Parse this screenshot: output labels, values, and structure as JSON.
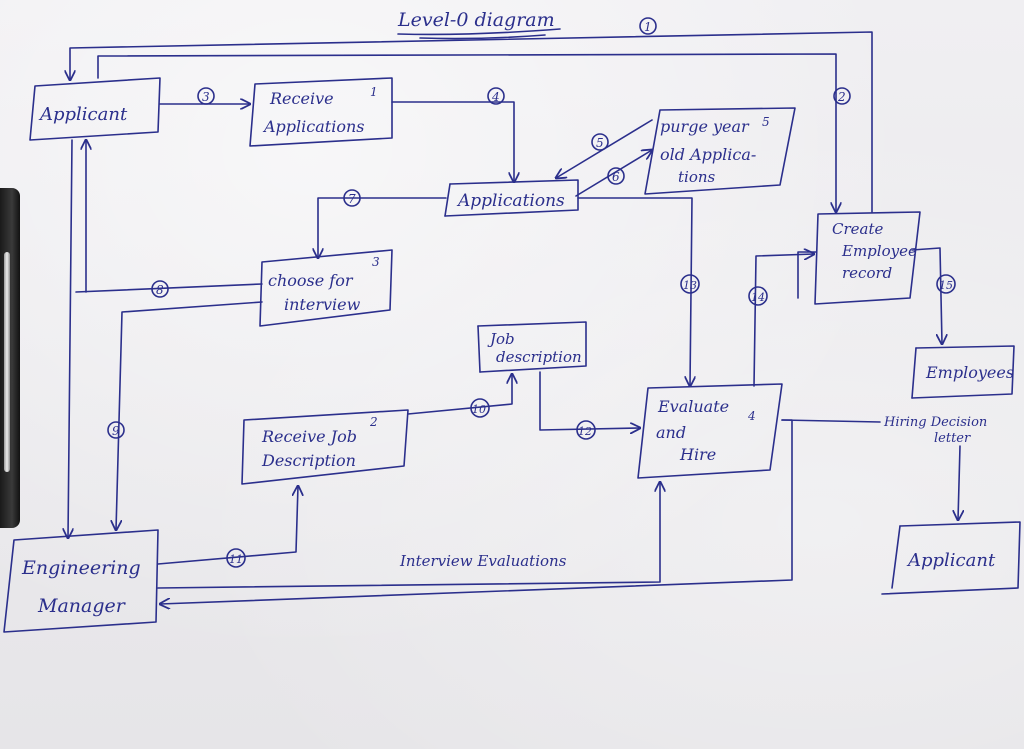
{
  "title": "Level-0 diagram",
  "nodes": {
    "applicant_top": {
      "label": "Applicant"
    },
    "receive_applications": {
      "line1": "Receive",
      "line2": "Applications",
      "number": "1"
    },
    "purge_old": {
      "line1": "purge year",
      "line2": "old Applica-",
      "line3": "tions",
      "number": "5"
    },
    "applications_store": {
      "label": "Applications"
    },
    "create_employee_record": {
      "line1": "Create",
      "line2": "Employee",
      "line3": "record"
    },
    "choose_for_interview": {
      "line1": "choose for",
      "line2": "interview",
      "number": "3"
    },
    "job_description_store": {
      "line1": "Job",
      "line2": "description"
    },
    "employees_store": {
      "label": "Employees"
    },
    "receive_job_description": {
      "line1": "Receive Job",
      "line2": "Description",
      "number": "2"
    },
    "evaluate_hire": {
      "line1": "Evaluate",
      "line2": "and",
      "line3": "Hire",
      "number": "4"
    },
    "engineering_manager": {
      "line1": "Engineering",
      "line2": "Manager"
    },
    "applicant_bottom": {
      "label": "Applicant"
    }
  },
  "flow_labels": {
    "f1": "1",
    "f2": "2",
    "f3": "3",
    "f4": "4",
    "f5": "5",
    "f6": "6",
    "f7": "7",
    "f8": "8",
    "f9": "9",
    "f10": "10",
    "f11": "11",
    "f12": "12",
    "f13": "13",
    "f14": "14",
    "f15": "15",
    "hiring_decision_line1": "Hiring Decision",
    "hiring_decision_line2": "letter",
    "interview_evaluations": "Interview Evaluations"
  }
}
